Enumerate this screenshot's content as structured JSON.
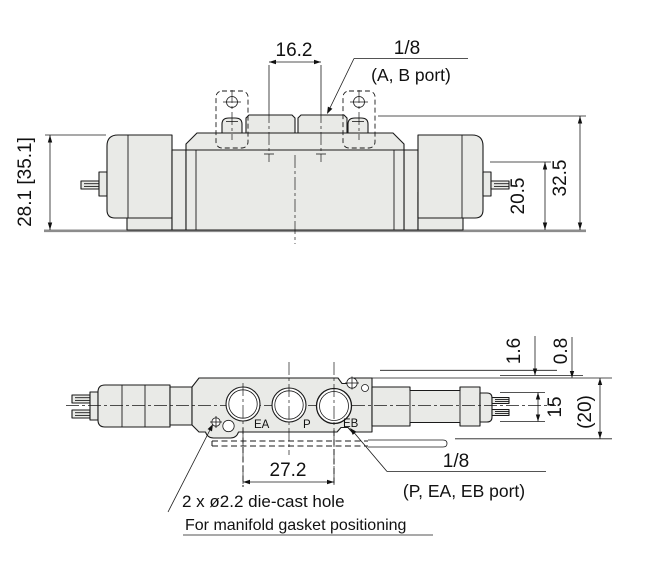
{
  "top": {
    "pitch": "16.2",
    "port": "1/8",
    "port_note": "(A, B port)",
    "h_left": "28.1 [35.1]",
    "h_mid": "20.5",
    "h_total": "32.5"
  },
  "bottom": {
    "t_gasket_free": "1.6",
    "t_gasket_comp": "0.8",
    "w_body": "15",
    "w_total": "(20)",
    "pitch": "27.2",
    "port": "1/8",
    "port_note": "(P, EA, EB port)",
    "label_ea": "EA",
    "label_p": "P",
    "label_eb": "EB",
    "note_hole": "2 x ø2.2 die-cast hole",
    "note_gasket": "For manifold gasket positioning"
  }
}
